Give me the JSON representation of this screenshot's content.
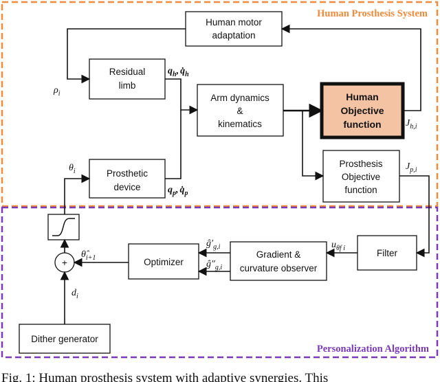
{
  "colors": {
    "system_frame": "#f08a3c",
    "algorithm_frame": "#7a3ab8",
    "highlight_fill": "#f4c3a3"
  },
  "groups": {
    "system_title": "Human Prosthesis System",
    "algorithm_title": "Personalization Algorithm"
  },
  "blocks": {
    "motor_adaptation": [
      "Human motor",
      "adaptation"
    ],
    "residual_limb": [
      "Residual",
      "limb"
    ],
    "arm_dynamics": [
      "Arm dynamics",
      "&",
      "kinematics"
    ],
    "human_objective": [
      "Human",
      "Objective",
      "function"
    ],
    "prosthetic_device": [
      "Prosthetic",
      "device"
    ],
    "prosthesis_objective": [
      "Prosthesis",
      "Objective",
      "function"
    ],
    "filter": [
      "Filter"
    ],
    "observer": [
      "Gradient &",
      "curvature observer"
    ],
    "optimizer": [
      "Optimizer"
    ],
    "dither": [
      "Dither generator"
    ]
  },
  "summer": {
    "symbol": "+"
  },
  "signals": {
    "rho": "ρ",
    "rho_sub": "i",
    "qh": "q",
    "qh_sub": "h",
    "qh_dot": "q̇",
    "qp": "q",
    "qp_sub": "p",
    "qp_dot": "q̇",
    "comma": ",",
    "theta": "θ",
    "theta_sub": "i",
    "Jh": "J",
    "Jh_sub": "h,i",
    "Jp": "J",
    "Jp_sub": "p,i",
    "u": "u",
    "u_sub": "θf i",
    "g1": "ĝ′",
    "g1_sub": "g,i",
    "g2": "ĝ″",
    "g2_sub": "g,i",
    "theta_hat": "θ̂",
    "theta_hat_sub": "i+1",
    "d": "d",
    "d_sub": "i"
  },
  "caption": "Fig. 1: Human prosthesis system with adaptive synergies. This"
}
